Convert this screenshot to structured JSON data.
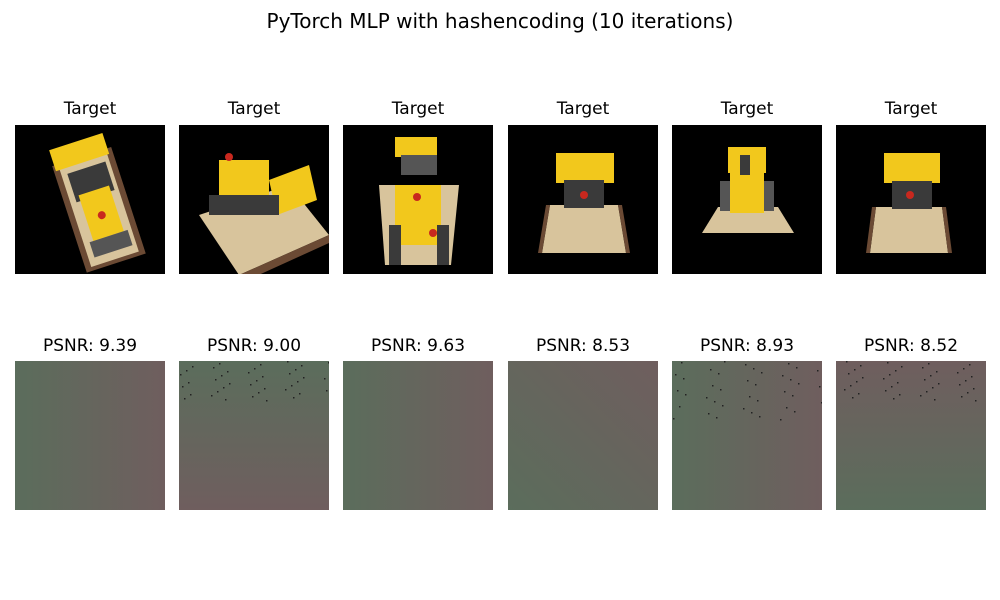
{
  "figure": {
    "title": "PyTorch MLP with hashencoding (10 iterations)"
  },
  "target_row": {
    "panels": [
      {
        "label": "Target",
        "content": "lego-bulldozer-render"
      },
      {
        "label": "Target",
        "content": "lego-bulldozer-render"
      },
      {
        "label": "Target",
        "content": "lego-bulldozer-render"
      },
      {
        "label": "Target",
        "content": "lego-bulldozer-render"
      },
      {
        "label": "Target",
        "content": "lego-bulldozer-render"
      },
      {
        "label": "Target",
        "content": "lego-bulldozer-render"
      }
    ]
  },
  "prediction_row": {
    "panels": [
      {
        "label": "PSNR: 9.39",
        "psnr": 9.39
      },
      {
        "label": "PSNR: 9.00",
        "psnr": 9.0
      },
      {
        "label": "PSNR: 9.63",
        "psnr": 9.63
      },
      {
        "label": "PSNR: 8.53",
        "psnr": 8.53
      },
      {
        "label": "PSNR: 8.93",
        "psnr": 8.93
      },
      {
        "label": "PSNR: 8.52",
        "psnr": 8.52
      }
    ]
  },
  "colors": {
    "target_background": "#000000",
    "lego_yellow": "#f2c81c",
    "lego_tan": "#d8c49c",
    "lego_brown": "#6b4a34",
    "lego_red": "#c8281e",
    "prediction_green": "#5b6d5c",
    "prediction_mauve": "#6f5e5e"
  }
}
